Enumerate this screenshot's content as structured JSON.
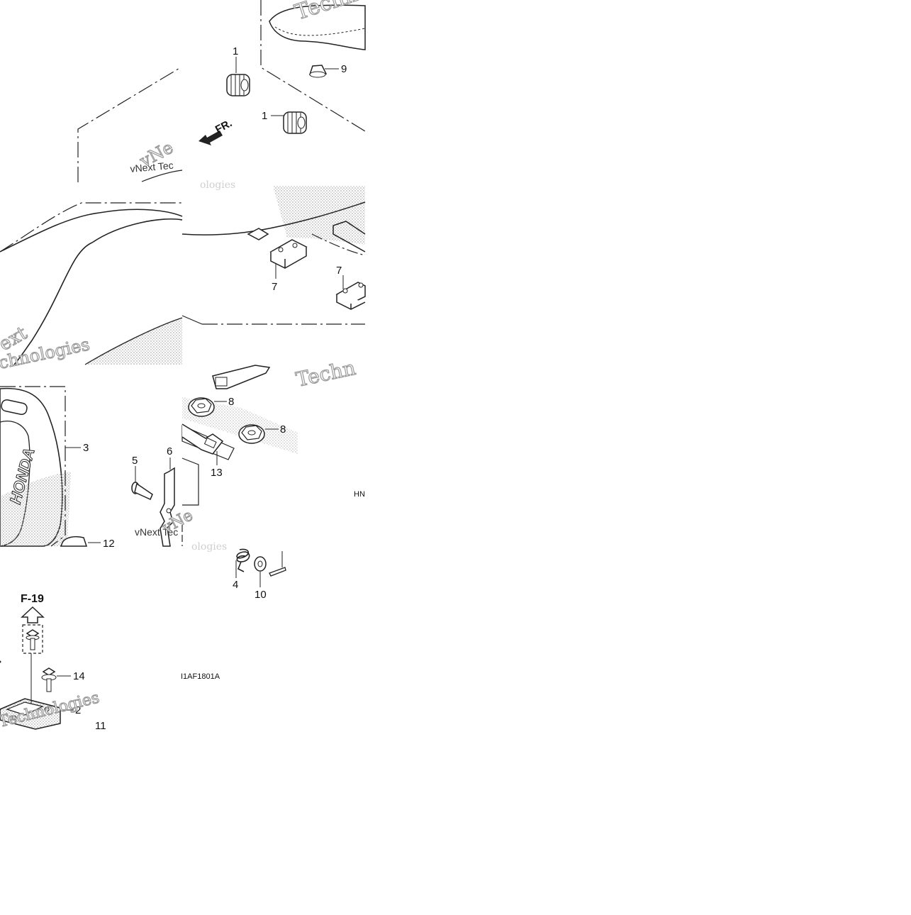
{
  "diagram": {
    "watermark_text": "vNext Technologies",
    "watermark_fragments": [
      "Techno",
      "vNext Tec",
      "nologies",
      "ologies",
      "Techn",
      "Tech",
      "vNe",
      "chnologies",
      "ext",
      "Technologies"
    ],
    "front_marker": "FR.",
    "reference": "F-19",
    "figure_code": "I1AF1801A",
    "stray_label": "HN",
    "brand_logo_text": "HONDA",
    "callouts": {
      "c1a": "1",
      "c1b": "1",
      "c2": "2",
      "c3": "3",
      "c4": "4",
      "c5": "5",
      "c6": "6",
      "c7a": "7",
      "c7b": "7",
      "c8a": "8",
      "c8b": "8",
      "c9": "9",
      "c10": "10",
      "c11": "11",
      "c12": "12",
      "c13": "13",
      "c14": "14"
    }
  }
}
